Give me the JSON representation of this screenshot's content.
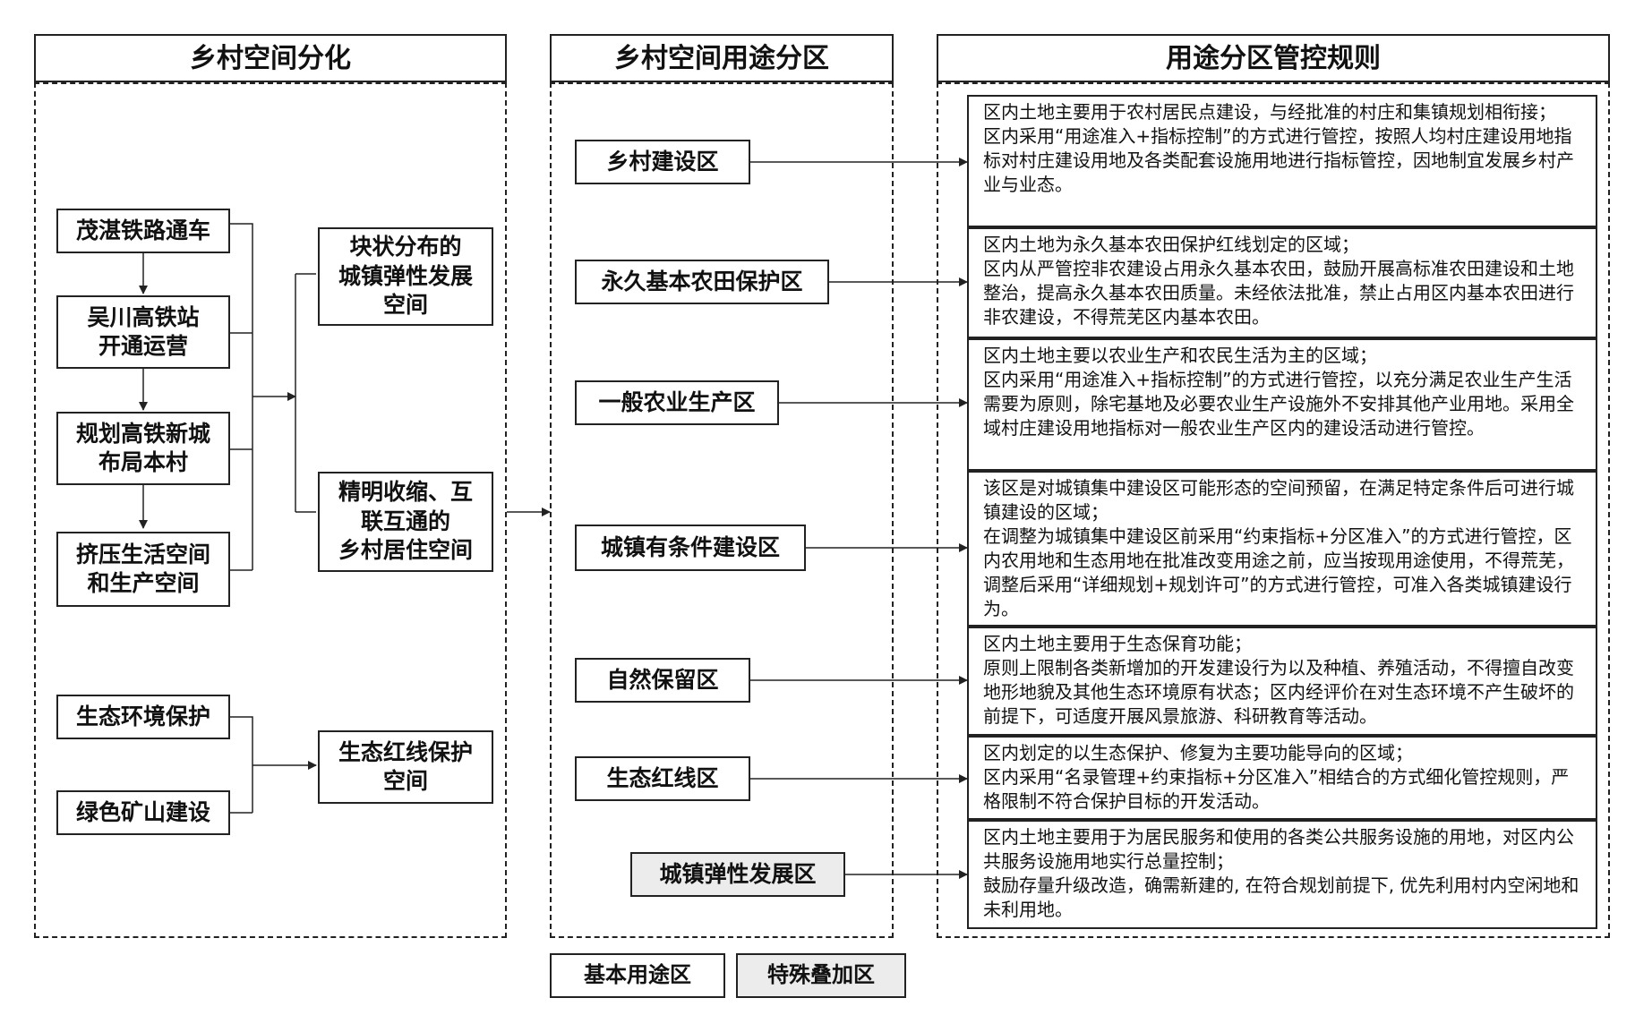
{
  "headers": {
    "left": "乡村空间分化",
    "middle": "乡村空间用途分区",
    "right": "用途分区管控规则"
  },
  "drivers": [
    "茂湛铁路通车",
    "吴川高铁站\n开通运营",
    "规划高铁新城\n布局本村",
    "挤压生活空间\n和生产空间",
    "生态环境保护",
    "绿色矿山建设"
  ],
  "outcomes": [
    "块状分布的\n城镇弹性发展\n空间",
    "精明收缩、互\n联互通的\n乡村居住空间",
    "生态红线保护\n空间"
  ],
  "zones": [
    "乡村建设区",
    "永久基本农田保护区",
    "一般农业生产区",
    "城镇有条件建设区",
    "自然保留区",
    "生态红线区",
    "城镇弹性发展区"
  ],
  "rules": [
    "区内土地主要用于农村居民点建设，与经批准的村庄和集镇规划相衔接；\n区内采用“用途准入+指标控制”的方式进行管控，按照人均村庄建设用地指标对村庄建设用地及各类配套设施用地进行指标管控，因地制宜发展乡村产业与业态。",
    "区内土地为永久基本农田保护红线划定的区域；\n区内从严管控非农建设占用永久基本农田，鼓励开展高标准农田建设和土地整治，提高永久基本农田质量。未经依法批准，禁止占用区内基本农田进行非农建设，不得荒芜区内基本农田。",
    "区内土地主要以农业生产和农民生活为主的区域；\n区内采用“用途准入+指标控制”的方式进行管控，以充分满足农业生产生活需要为原则，除宅基地及必要农业生产设施外不安排其他产业用地。采用全域村庄建设用地指标对一般农业生产区内的建设活动进行管控。",
    "该区是对城镇集中建设区可能形态的空间预留，在满足特定条件后可进行城镇建设的区域；\n在调整为城镇集中建设区前采用“约束指标+分区准入”的方式进行管控，区内农用地和生态用地在批准改变用途之前，应当按现用途使用，不得荒芜，调整后采用“详细规划+规划许可”的方式进行管控，可准入各类城镇建设行为。",
    "区内土地主要用于生态保育功能；\n原则上限制各类新增加的开发建设行为以及种植、养殖活动，不得擅自改变地形地貌及其他生态环境原有状态；区内经评价在对生态环境不产生破坏的前提下，可适度开展风景旅游、科研教育等活动。",
    "区内划定的以生态保护、修复为主要功能导向的区域；\n区内采用“名录管理+约束指标+分区准入”相结合的方式细化管控规则，严格限制不符合保护目标的开发活动。",
    "区内土地主要用于为居民服务和使用的各类公共服务设施的用地，对区内公共服务设施用地实行总量控制；\n鼓励存量升级改造，确需新建的, 在符合规划前提下, 优先利用村内空闲地和未利用地。"
  ],
  "legend": {
    "basic": "基本用途区",
    "special": "特殊叠加区"
  }
}
